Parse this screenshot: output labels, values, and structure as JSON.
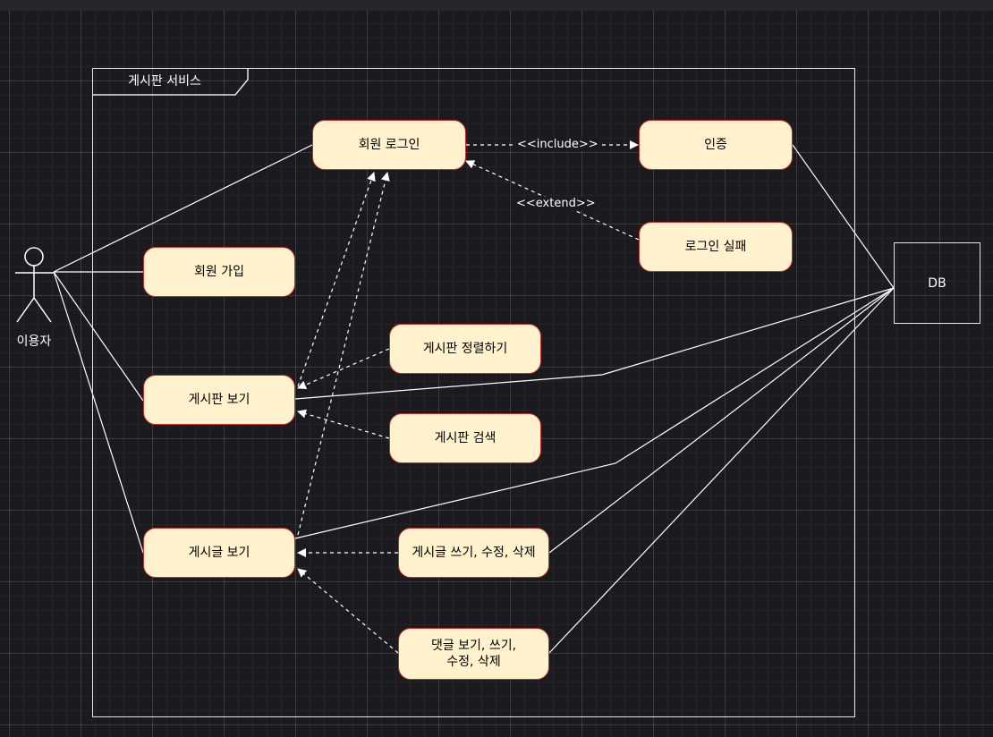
{
  "system": {
    "title": "게시판 서비스"
  },
  "actor": {
    "name": "이용자",
    "icon": "stick-figure-icon"
  },
  "database": {
    "label": "DB"
  },
  "use_cases": {
    "login": "회원 로그인",
    "auth": "인증",
    "login_fail": "로그인 실패",
    "signup": "회원 가입",
    "sort_board": "게시판 정렬하기",
    "view_board": "게시판 보기",
    "search_board": "게시판 검색",
    "view_post": "게시글 보기",
    "write_post": "게시글 쓰기, 수정, 삭제",
    "comments": "댓글 보기, 쓰기,\n수정, 삭제"
  },
  "relations": {
    "include_label": "<<include>>",
    "extend_label": "<<extend>>"
  },
  "colors": {
    "background": "#1b1a1f",
    "use_case_fill": "#fff2cc",
    "use_case_border": "#c9302c",
    "line": "#e6e6e6"
  }
}
